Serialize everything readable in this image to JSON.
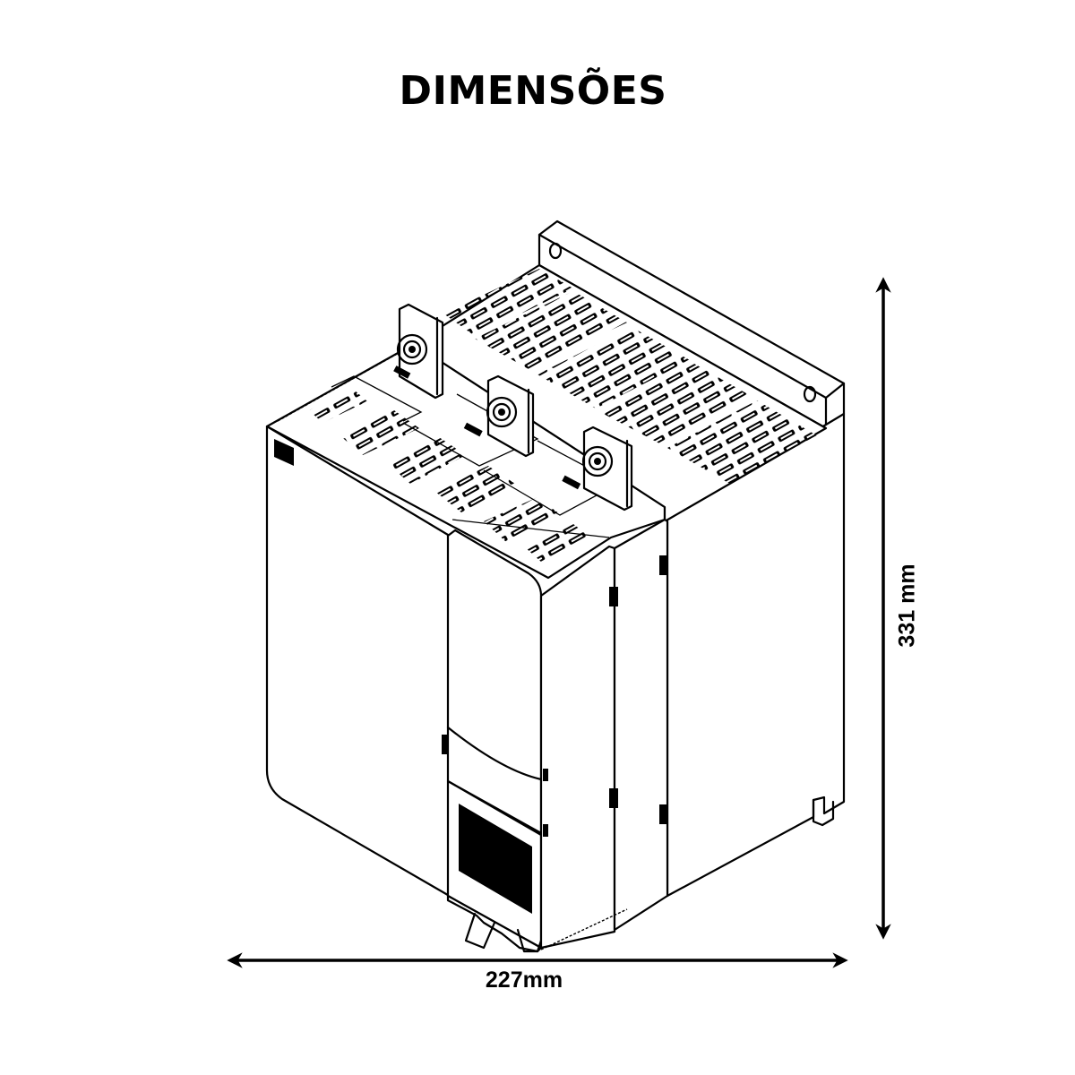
{
  "title": "DIMENSÕES",
  "dimensions": {
    "width": {
      "label": "227mm",
      "value": 227,
      "unit": "mm",
      "orientation": "horizontal"
    },
    "height": {
      "label": "331 mm",
      "value": 331,
      "unit": "mm",
      "orientation": "vertical"
    }
  },
  "figure": {
    "subject": "isometric line drawing of enclosure / drive unit",
    "style": "black line art on white background",
    "features": [
      "top ventilation slots",
      "three terminal bolts",
      "rear mounting flange with two holes",
      "front display cover",
      "bottom ventilation grille",
      "side latch clips"
    ]
  },
  "colors": {
    "line": "#000000",
    "background": "#ffffff"
  }
}
